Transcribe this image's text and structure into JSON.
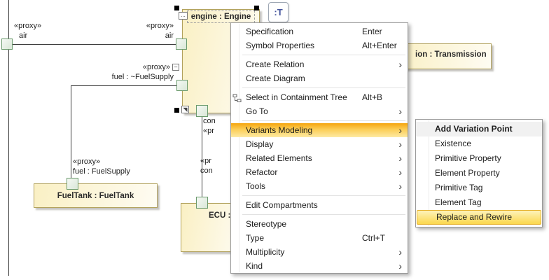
{
  "diagram": {
    "engine_block": {
      "title": "engine : Engine"
    },
    "fueltank_block": {
      "title": "FuelTank : FuelTank"
    },
    "ecu_block": {
      "title_visible": "ECU :"
    },
    "transmission_block": {
      "title_visible": "ion : Transmission"
    },
    "type_button_label": ":T",
    "labels": {
      "air_left_stereotype": "«proxy»",
      "air_left_name": "air",
      "air_engine_stereotype": "«proxy»",
      "air_engine_name": "air",
      "fuel_engine_stereotype": "«proxy»",
      "fuel_engine_name": "fuel : ~FuelSupply",
      "fuel_tank_stereotype": "«proxy»",
      "fuel_tank_name": "fuel : FuelSupply",
      "fragment_top_line1": "con",
      "fragment_top_line2": "«pr",
      "fragment_bottom_line1": "«pr",
      "fragment_bottom_line2": "con"
    },
    "colors": {
      "block_border": "#b1a15c",
      "block_fill": "#faf0c4",
      "port_green": "#6c9b6e"
    }
  },
  "context_menu": {
    "items": [
      {
        "label": "Specification",
        "shortcut": "Enter"
      },
      {
        "label": "Symbol Properties",
        "shortcut": "Alt+Enter"
      },
      {
        "label": "Create Relation",
        "submenu": true
      },
      {
        "label": "Create Diagram"
      },
      {
        "label": "Select in Containment Tree",
        "shortcut": "Alt+B"
      },
      {
        "label": "Go To",
        "submenu": true
      },
      {
        "label": "Variants Modeling",
        "submenu": true,
        "highlighted": true
      },
      {
        "label": "Display",
        "submenu": true
      },
      {
        "label": "Related Elements",
        "submenu": true
      },
      {
        "label": "Refactor",
        "submenu": true
      },
      {
        "label": "Tools",
        "submenu": true
      },
      {
        "label": "Edit Compartments"
      },
      {
        "label": "Stereotype"
      },
      {
        "label": "Type",
        "shortcut": "Ctrl+T"
      },
      {
        "label": "Multiplicity",
        "submenu": true
      },
      {
        "label": "Kind",
        "submenu": true
      }
    ],
    "highlight_color": "#f5a50f"
  },
  "variants_submenu": {
    "items": [
      {
        "label": "Add Variation Point",
        "header": true
      },
      {
        "label": "Existence"
      },
      {
        "label": "Primitive Property"
      },
      {
        "label": "Element Property"
      },
      {
        "label": "Primitive Tag"
      },
      {
        "label": "Element Tag"
      },
      {
        "label": "Replace and Rewire",
        "highlighted": true
      }
    ],
    "highlight_color": "#fbd74d"
  }
}
